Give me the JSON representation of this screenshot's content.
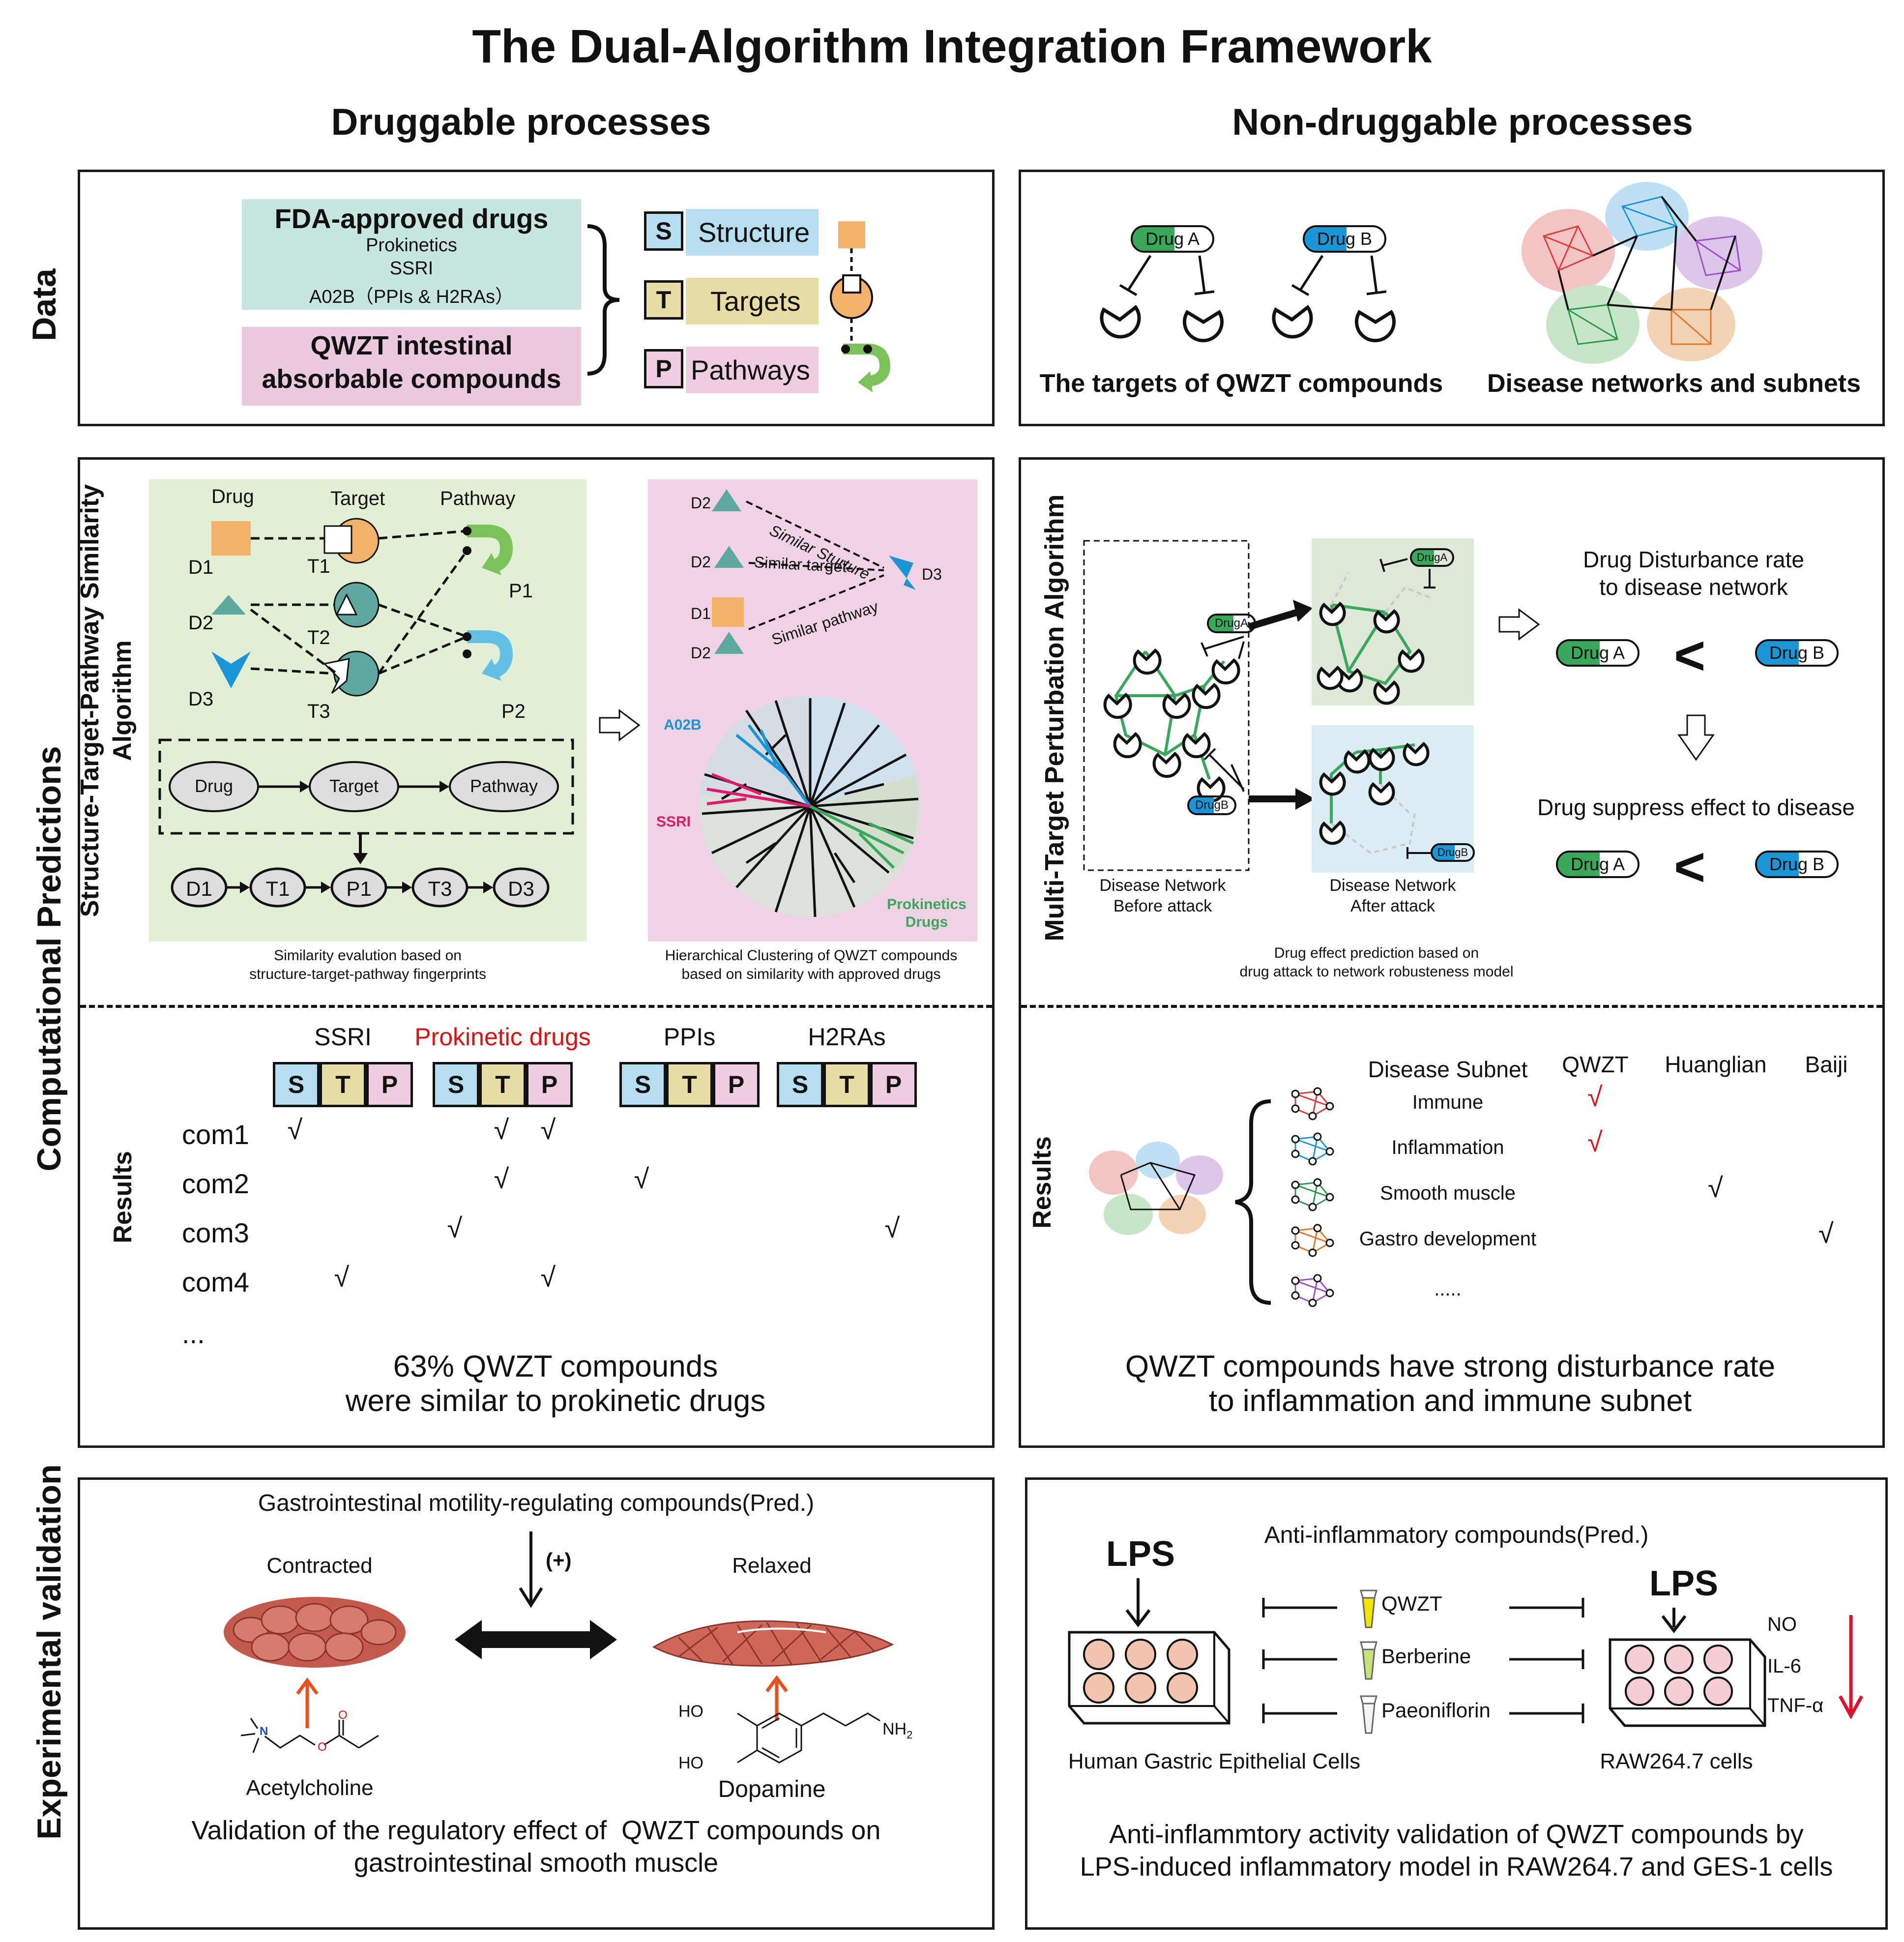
{
  "title": "The Dual-Algorithm Integration Framework",
  "columns": {
    "left": "Druggable processes",
    "right": "Non-druggable processes"
  },
  "row_labels": {
    "data": "Data",
    "computational": "Computational Predictions",
    "experimental": "Experimental validation"
  },
  "data_left": {
    "fda_title": "FDA-approved drugs",
    "fda_items": [
      "Prokinetics",
      "SSRI",
      "A02B（PPIs & H2RAs）"
    ],
    "qwzt": [
      "QWZT intestinal",
      "absorbable compounds"
    ],
    "legend": [
      {
        "letter": "S",
        "label": "Structure"
      },
      {
        "letter": "T",
        "label": "Targets"
      },
      {
        "letter": "P",
        "label": "Pathways"
      }
    ]
  },
  "data_right": {
    "drug_a": "Drug A",
    "drug_b": "Drug B",
    "targets_caption": "The targets of QWZT compounds",
    "networks_caption": "Disease networks and subnets"
  },
  "stp": {
    "side_label": [
      "Structure-Target-Pathway Similarity",
      "Algorithm"
    ],
    "headers": {
      "drug": "Drug",
      "target": "Target",
      "pathway": "Pathway"
    },
    "drugs": [
      "D1",
      "D2",
      "D3"
    ],
    "targets": [
      "T1",
      "T2",
      "T3"
    ],
    "pathways": [
      "P1",
      "P2"
    ],
    "flow": [
      "Drug",
      "Target",
      "Pathway"
    ],
    "chain": [
      "D1",
      "T1",
      "P1",
      "T3",
      "D3"
    ],
    "caption": [
      "Similarity evalution based on",
      "structure-target-pathway fingerprints"
    ]
  },
  "cluster": {
    "d_labels": [
      "D2",
      "D2",
      "D1",
      "D2"
    ],
    "d3": "D3",
    "similarity": [
      "Similar Sturture",
      "Similar target",
      "Similar pathway"
    ],
    "groups": {
      "a02b": "A02B",
      "ssri": "SSRI",
      "prokinetics": [
        "Prokinetics",
        "Drugs"
      ]
    },
    "caption": [
      "Hierarchical Clustering of QWZT compounds",
      "based on similarity with approved drugs"
    ]
  },
  "perturb": {
    "side_label": "Multi-Target Perturbation Algorithm",
    "before": [
      "Disease Network",
      "Before attack"
    ],
    "after": [
      "Disease Network",
      "After attack"
    ],
    "druga_small": "DrugA",
    "drugb_small": "DrugB",
    "disturb_title": [
      "Drug Disturbance rate",
      "to disease network"
    ],
    "suppress_title": "Drug suppress effect to disease",
    "drug_a": "Drug A",
    "drug_b": "Drug B",
    "caption": [
      "Drug effect prediction based on",
      "drug attack to network robusteness model"
    ]
  },
  "results_left": {
    "label": "Results",
    "groups": [
      {
        "name": "SSRI",
        "color": "#111111"
      },
      {
        "name": "Prokinetic drugs",
        "color": "#e01010"
      },
      {
        "name": "PPIs",
        "color": "#111111"
      },
      {
        "name": "H2RAs",
        "color": "#111111"
      }
    ],
    "letters": [
      "S",
      "T",
      "P"
    ],
    "compounds": [
      "com1",
      "com2",
      "com3",
      "com4",
      "..."
    ],
    "check_mark": "√",
    "checks": [
      {
        "row": 0,
        "col": 0
      },
      {
        "row": 0,
        "col": 4
      },
      {
        "row": 0,
        "col": 5
      },
      {
        "row": 1,
        "col": 4
      },
      {
        "row": 1,
        "col": 6
      },
      {
        "row": 2,
        "col": 3
      },
      {
        "row": 2,
        "col": 11
      },
      {
        "row": 3,
        "col": 1
      },
      {
        "row": 3,
        "col": 5
      }
    ],
    "summary": [
      "63% QWZT compounds",
      "were similar to prokinetic drugs"
    ]
  },
  "results_right": {
    "label": "Results",
    "headers": [
      "Disease Subnet",
      "QWZT",
      "Huanglian",
      "Baiji"
    ],
    "subnets": [
      "Immune",
      "Inflammation",
      "Smooth muscle",
      "Gastro development",
      "....."
    ],
    "check_mark": "√",
    "checks": [
      {
        "row": 0,
        "col": 1,
        "color": "#e01010"
      },
      {
        "row": 1,
        "col": 1,
        "color": "#e01010"
      },
      {
        "row": 2,
        "col": 2,
        "color": "#111111"
      },
      {
        "row": 3,
        "col": 3,
        "color": "#111111"
      }
    ],
    "summary": [
      "QWZT compounds have strong disturbance rate",
      "to inflammation and immune subnet"
    ]
  },
  "exp_left": {
    "header": "Gastrointestinal motility-regulating compounds(Pred.)",
    "plus": "(+)",
    "contracted": "Contracted",
    "relaxed": "Relaxed",
    "ach": "Acetylcholine",
    "dopamine": "Dopamine",
    "caption": [
      "Validation of the regulatory effect of  QWZT compounds on",
      "gastrointestinal smooth muscle"
    ]
  },
  "exp_right": {
    "header": "Anti-inflammatory compounds(Pred.)",
    "lps": "LPS",
    "compounds": [
      "QWZT",
      "Berberine",
      "Paeoniflorin"
    ],
    "markers": [
      "NO",
      "IL-6",
      "TNF-α"
    ],
    "left_cells": "Human Gastric Epithelial Cells",
    "right_cells": "RAW264.7 cells",
    "caption": [
      "Anti-inflammtory activity validation of QWZT compounds by",
      "LPS-induced inflammatory model in RAW264.7 and GES-1 cells"
    ]
  },
  "colors": {
    "green": "#3aa85a",
    "blue": "#1a96d6",
    "teal": "#5ea8a0",
    "red": "#e01010",
    "orange": "#f5b26b"
  }
}
